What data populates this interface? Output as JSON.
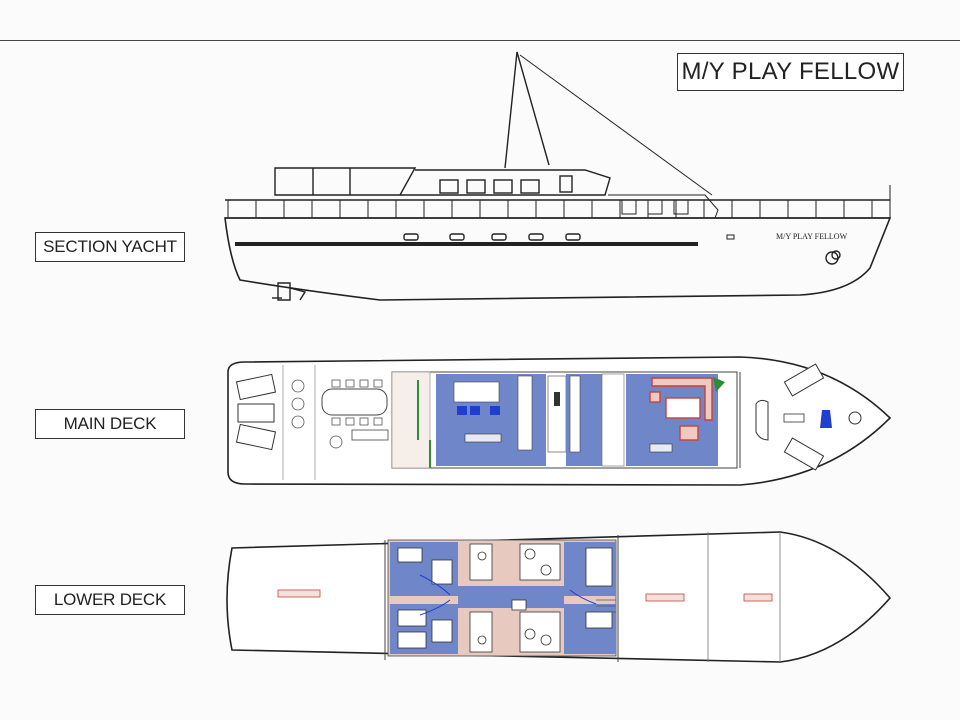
{
  "title": "M/Y PLAY FELLOW",
  "views": {
    "section": "SECTION YACHT",
    "main_deck": "MAIN DECK",
    "lower_deck": "LOWER DECK"
  },
  "hull_name": "M/Y PLAY FELLOW",
  "colors": {
    "line": "#222222",
    "cabin_blue": "#6f86c9",
    "furniture_red": "#c9413a",
    "accent_green": "#2e8b3a",
    "floor_pink": "#e8c9c0"
  }
}
